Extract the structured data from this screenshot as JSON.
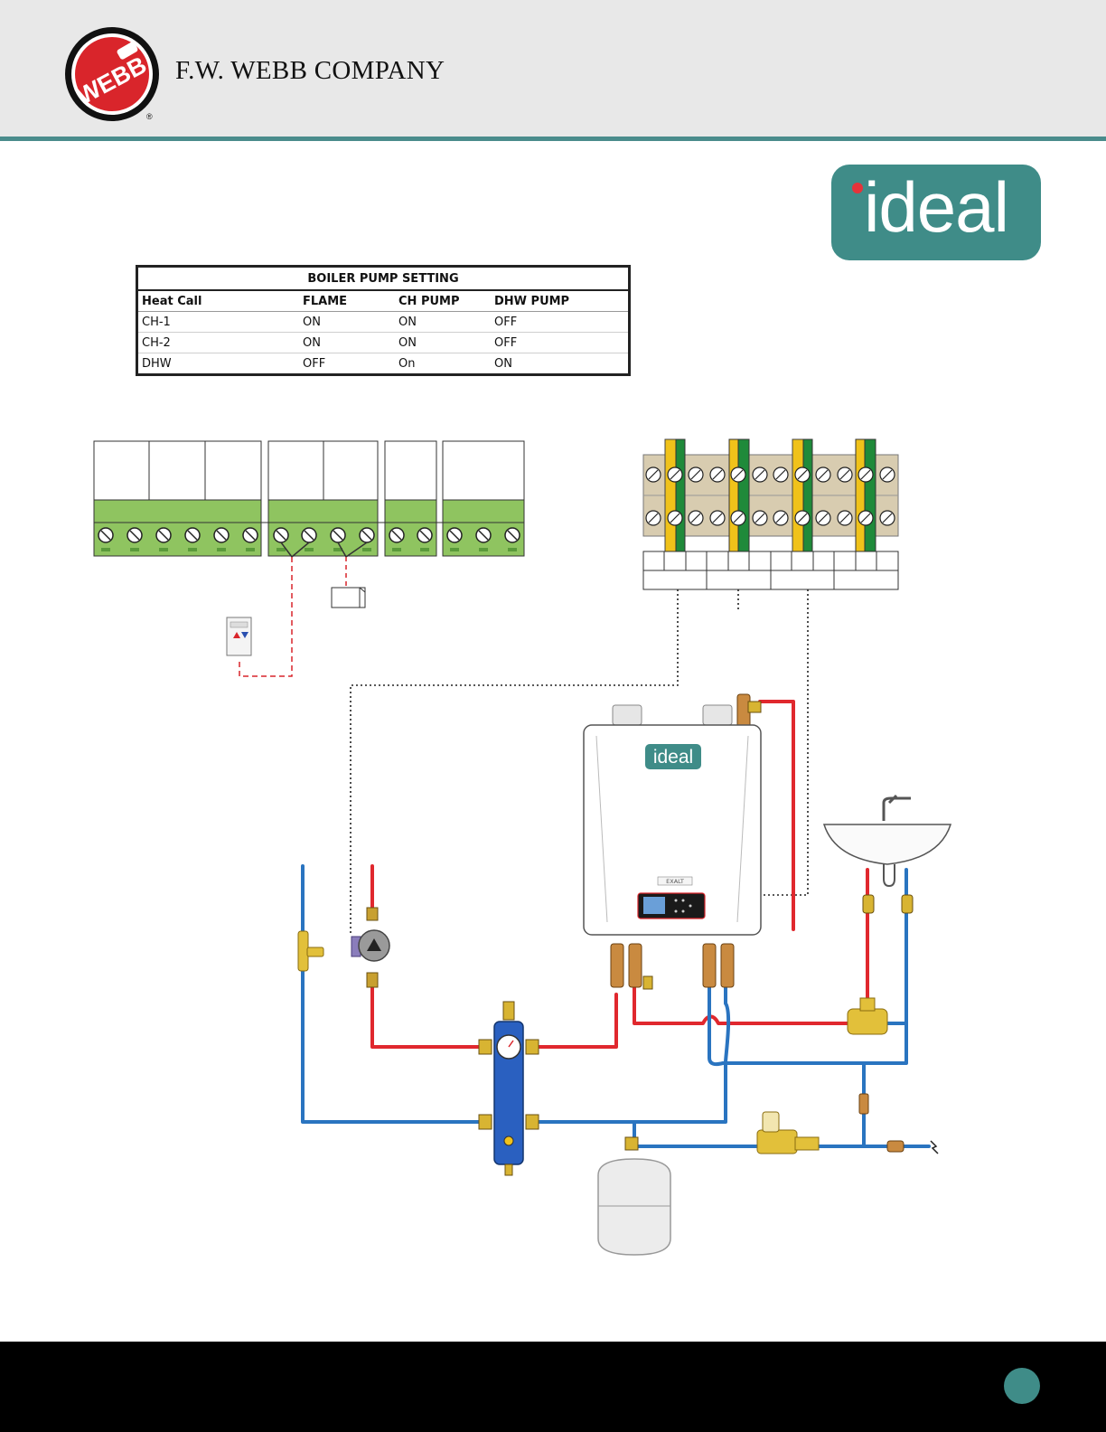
{
  "header": {
    "company_name": "F.W. WEBB COMPANY",
    "logo_text": "WEBB",
    "registered_mark": "®"
  },
  "brand": {
    "logo_text": "ideal",
    "boiler_badge": "ideal",
    "boiler_model": "EXALT"
  },
  "pump_table": {
    "title": "BOILER PUMP SETTING",
    "columns": [
      "Heat Call",
      "FLAME",
      "CH PUMP",
      "DHW PUMP"
    ],
    "rows": [
      [
        "CH-1",
        "ON",
        "ON",
        "OFF"
      ],
      [
        "CH-2",
        "ON",
        "ON",
        "OFF"
      ],
      [
        "DHW",
        "OFF",
        "On",
        "ON"
      ]
    ]
  },
  "colors": {
    "header_bg": "#e8e8e8",
    "accent_teal": "#4a8c8c",
    "supply_red": "#e0282e",
    "return_blue": "#2a74c0",
    "terminal_green": "#8fc460",
    "footer": "#000000"
  }
}
